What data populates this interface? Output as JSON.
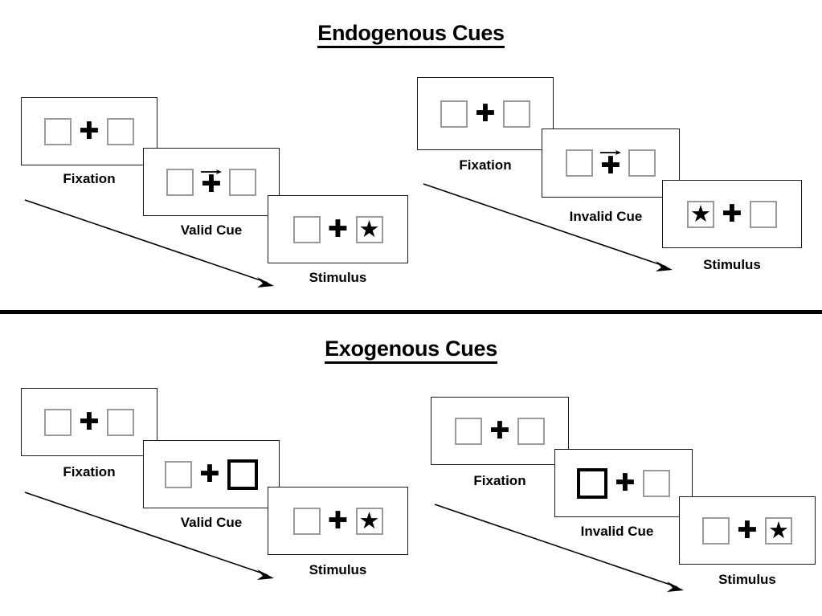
{
  "figure": {
    "sections": [
      {
        "id": "endogenous",
        "title": "Endogenous Cues",
        "sequences": [
          {
            "id": "endogenous-valid",
            "panels": [
              {
                "id": "endo-valid-fixation",
                "caption": "Fixation",
                "left_box": "empty",
                "right_box": "empty",
                "center": "plus",
                "cue_side": "none",
                "target_side": "none"
              },
              {
                "id": "endo-valid-cue",
                "caption": "Valid Cue",
                "left_box": "empty",
                "right_box": "empty",
                "center": "plus-with-right-arrow",
                "cue_side": "right",
                "target_side": "none"
              },
              {
                "id": "endo-valid-stimulus",
                "caption": "Stimulus",
                "left_box": "empty",
                "right_box": "star",
                "center": "plus",
                "cue_side": "none",
                "target_side": "right"
              }
            ]
          },
          {
            "id": "endogenous-invalid",
            "panels": [
              {
                "id": "endo-invalid-fixation",
                "caption": "Fixation",
                "left_box": "empty",
                "right_box": "empty",
                "center": "plus",
                "cue_side": "none",
                "target_side": "none"
              },
              {
                "id": "endo-invalid-cue",
                "caption": "Invalid Cue",
                "left_box": "empty",
                "right_box": "empty",
                "center": "plus-with-right-arrow",
                "cue_side": "right",
                "target_side": "none"
              },
              {
                "id": "endo-invalid-stimulus",
                "caption": "Stimulus",
                "left_box": "star",
                "right_box": "empty",
                "center": "plus",
                "cue_side": "none",
                "target_side": "left"
              }
            ]
          }
        ]
      },
      {
        "id": "exogenous",
        "title": "Exogenous Cues",
        "sequences": [
          {
            "id": "exogenous-valid",
            "panels": [
              {
                "id": "exo-valid-fixation",
                "caption": "Fixation",
                "left_box": "empty",
                "right_box": "empty",
                "center": "plus",
                "cue_side": "none",
                "target_side": "none"
              },
              {
                "id": "exo-valid-cue",
                "caption": "Valid Cue",
                "left_box": "empty",
                "right_box": "highlighted",
                "center": "plus",
                "cue_side": "right",
                "target_side": "none"
              },
              {
                "id": "exo-valid-stimulus",
                "caption": "Stimulus",
                "left_box": "empty",
                "right_box": "star",
                "center": "plus",
                "cue_side": "none",
                "target_side": "right"
              }
            ]
          },
          {
            "id": "exogenous-invalid",
            "panels": [
              {
                "id": "exo-invalid-fixation",
                "caption": "Fixation",
                "left_box": "empty",
                "right_box": "empty",
                "center": "plus",
                "cue_side": "none",
                "target_side": "none"
              },
              {
                "id": "exo-invalid-cue",
                "caption": "Invalid Cue",
                "left_box": "highlighted",
                "right_box": "empty",
                "center": "plus",
                "cue_side": "left",
                "target_side": "none"
              },
              {
                "id": "exo-invalid-stimulus",
                "caption": "Stimulus",
                "left_box": "empty",
                "right_box": "star",
                "center": "plus",
                "cue_side": "none",
                "target_side": "right"
              }
            ]
          }
        ]
      }
    ],
    "glyphs": {
      "plus": "✚",
      "star": "★"
    },
    "colors": {
      "background": "#ffffff",
      "ink": "#000000",
      "panel_border": "#1a1a1a",
      "box_border": "#9a9a9a",
      "cued_box_border": "#000000",
      "divider": "#000000"
    },
    "titles": {
      "endogenous": "Endogenous Cues",
      "exogenous": "Exogenous Cues"
    }
  }
}
